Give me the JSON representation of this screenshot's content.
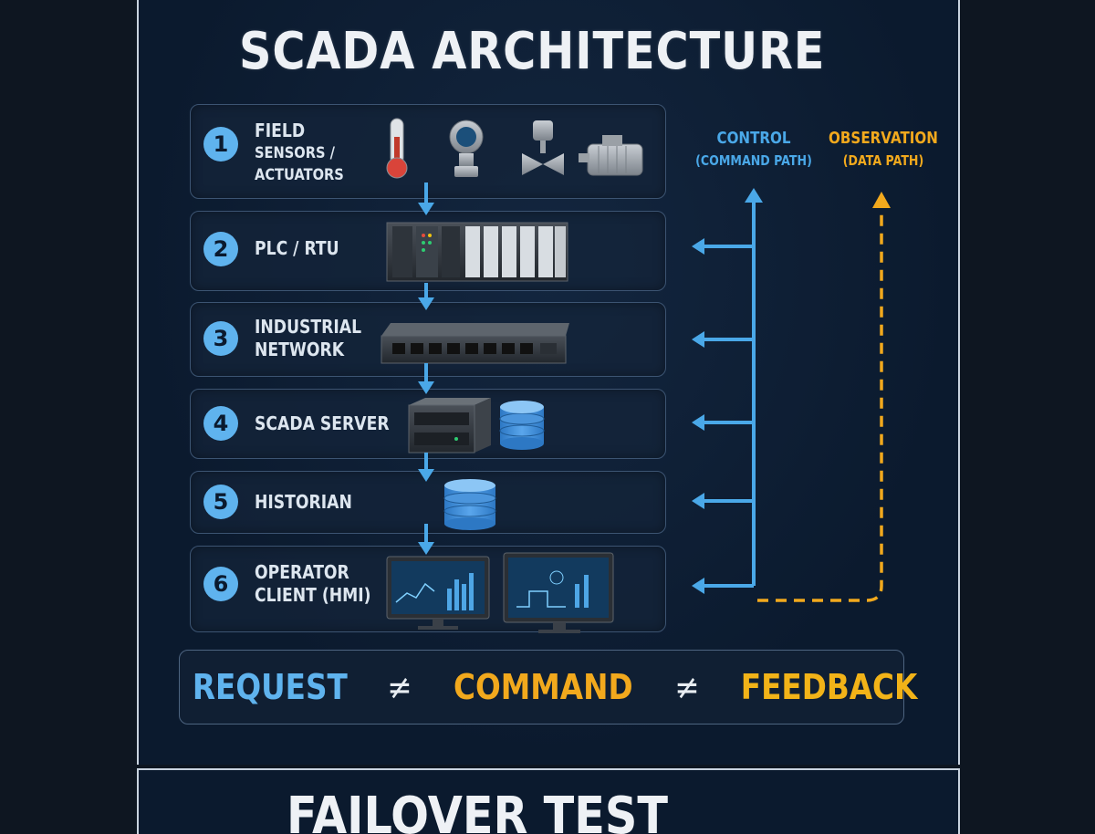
{
  "title": "SCADA ARCHITECTURE",
  "next_title": "FAILOVER TEST",
  "layers": [
    {
      "num": "1",
      "label_main": "FIELD",
      "label_sub": "SENSORS / ACTUATORS"
    },
    {
      "num": "2",
      "label_main": "PLC / RTU"
    },
    {
      "num": "3",
      "label_main": "INDUSTRIAL NETWORK"
    },
    {
      "num": "4",
      "label_main": "SCADA SERVER"
    },
    {
      "num": "5",
      "label_main": "HISTORIAN"
    },
    {
      "num": "6",
      "label_main": "OPERATOR CLIENT (HMI)"
    }
  ],
  "paths": {
    "control": {
      "label": "CONTROL",
      "sub": "(COMMAND PATH)",
      "color": "#4aa8e8"
    },
    "observation": {
      "label": "OBSERVATION",
      "sub": "(DATA PATH)",
      "color": "#f2a91d"
    }
  },
  "banner": {
    "request": "REQUEST",
    "neq1": "≠",
    "command": "COMMAND",
    "neq2": "≠",
    "feedback": "FEEDBACK",
    "request_color": "#5fb3ee",
    "command_color": "#f2a91d",
    "feedback_color": "#f2b318"
  },
  "icons": [
    "thermometer-icon",
    "pressure-transmitter-icon",
    "valve-actuator-icon",
    "motor-icon",
    "plc-rack-icon",
    "network-switch-icon",
    "server-icon",
    "database-icon",
    "hmi-monitor-icon"
  ]
}
